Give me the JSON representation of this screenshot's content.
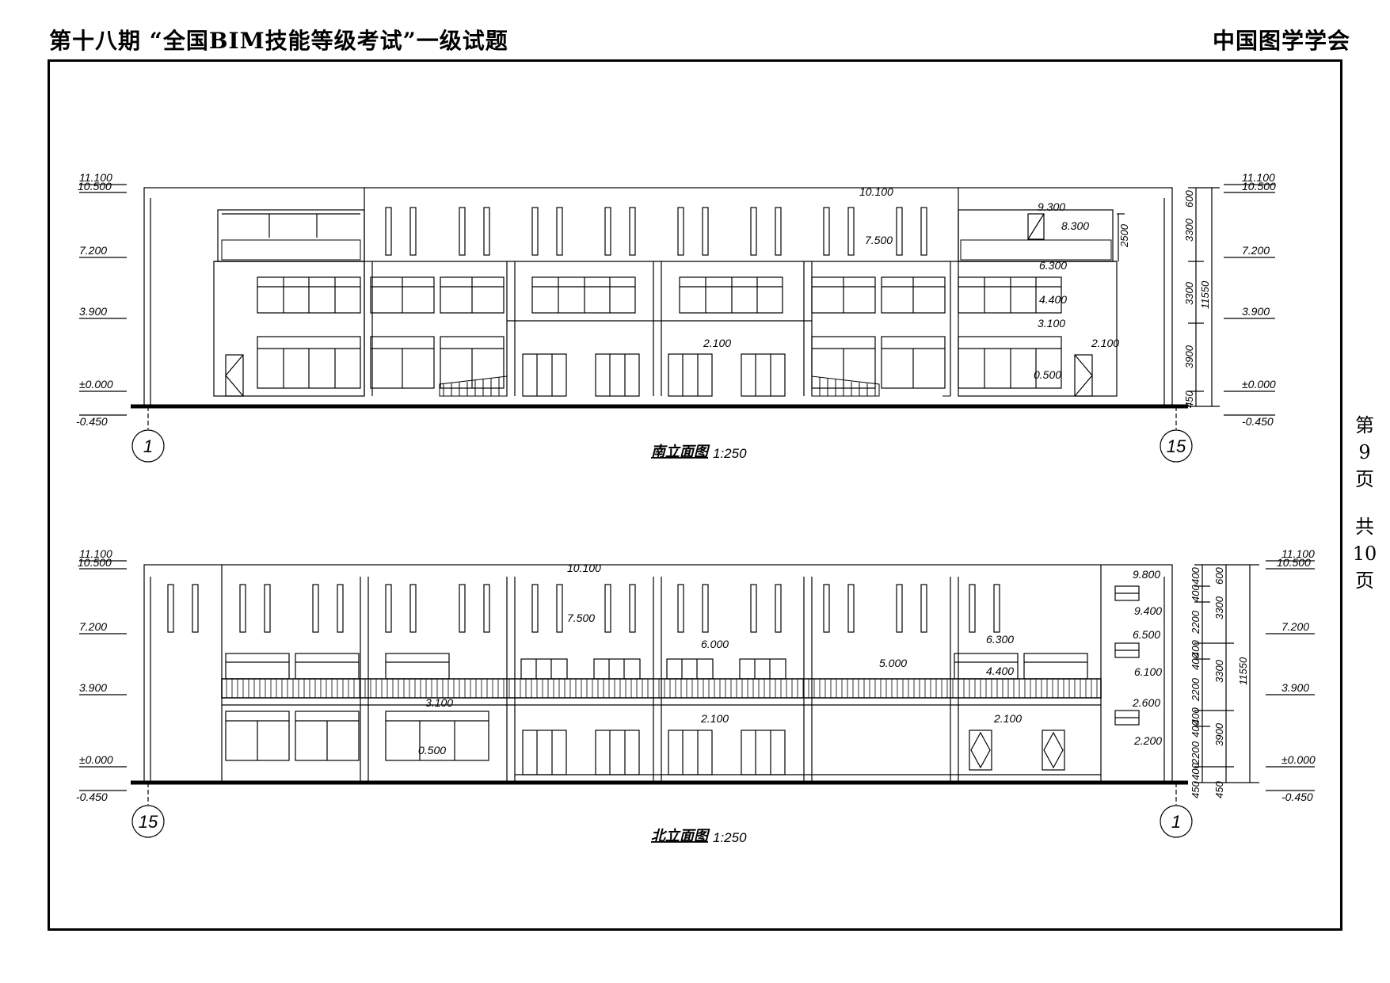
{
  "header": {
    "left_title": "第十八期 “全国BIM技能等级考试”一级试题",
    "right_title": "中国图学学会"
  },
  "side": {
    "page_chars": [
      "第",
      "9",
      "页"
    ],
    "total_chars": [
      "共",
      "10",
      "页"
    ]
  },
  "south": {
    "title": "南立面图",
    "scale": "1:250",
    "axis_left": "1",
    "axis_right": "15",
    "left_levels": [
      "11.100",
      "10.500",
      "7.200",
      "3.900",
      "±0.000",
      "-0.450"
    ],
    "right_levels": [
      "11.100",
      "10.500",
      "7.200",
      "3.900",
      "±0.000",
      "-0.450"
    ],
    "inner_marks": [
      "10.100",
      "7.500",
      "9.300",
      "8.300",
      "6.300",
      "4.400",
      "3.100",
      "2.100",
      "0.500",
      "2.100"
    ],
    "dims": [
      "600",
      "3300",
      "3300",
      "3900",
      "450",
      "11550",
      "2500"
    ]
  },
  "north": {
    "title": "北立面图",
    "scale": "1:250",
    "axis_left": "15",
    "axis_right": "1",
    "left_levels": [
      "11.100",
      "10.500",
      "7.200",
      "3.900",
      "±0.000",
      "-0.450"
    ],
    "right_levels": [
      "11.100",
      "10.500",
      "7.200",
      "3.900",
      "±0.000",
      "-0.450"
    ],
    "inner_marks": [
      "10.100",
      "7.500",
      "6.000",
      "6.300",
      "5.000",
      "4.400",
      "3.100",
      "0.500",
      "2.100",
      "2.100"
    ],
    "window_marks": [
      "9.800",
      "9.400",
      "6.500",
      "6.100",
      "2.600",
      "2.200"
    ],
    "dims_a": [
      "400",
      "400",
      "2200",
      "400",
      "400",
      "2200",
      "400",
      "400",
      "2200",
      "400",
      "450"
    ],
    "dims_b": [
      "600",
      "3300",
      "3300",
      "3900",
      "450"
    ],
    "dims_total": "11550"
  }
}
